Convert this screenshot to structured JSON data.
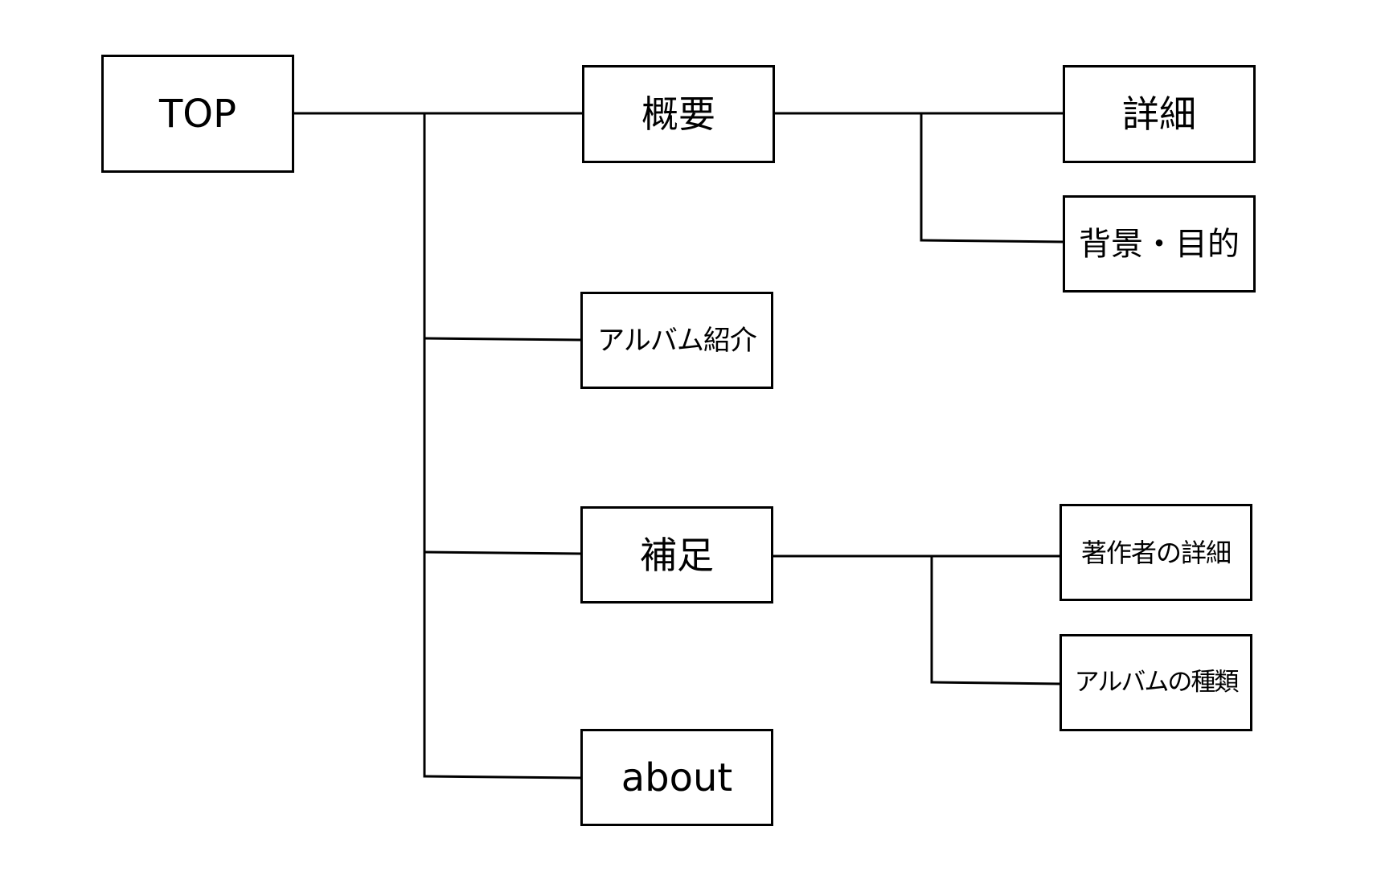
{
  "diagram": {
    "nodes": {
      "top": "TOP",
      "gaiyou": "概要",
      "album_intro": "アルバム紹介",
      "hosoku": "補足",
      "about": "about",
      "shousai": "詳細",
      "haikei": "背景・目的",
      "chosakusha": "著作者の詳細",
      "album_types": "アルバムの種類"
    },
    "edges": [
      {
        "from": "top",
        "to": "gaiyou"
      },
      {
        "from": "top",
        "to": "album_intro"
      },
      {
        "from": "top",
        "to": "hosoku"
      },
      {
        "from": "top",
        "to": "about"
      },
      {
        "from": "gaiyou",
        "to": "shousai"
      },
      {
        "from": "gaiyou",
        "to": "haikei"
      },
      {
        "from": "hosoku",
        "to": "chosakusha"
      },
      {
        "from": "hosoku",
        "to": "album_types"
      }
    ],
    "line_color": "#000000",
    "box_border_color": "#000000"
  }
}
